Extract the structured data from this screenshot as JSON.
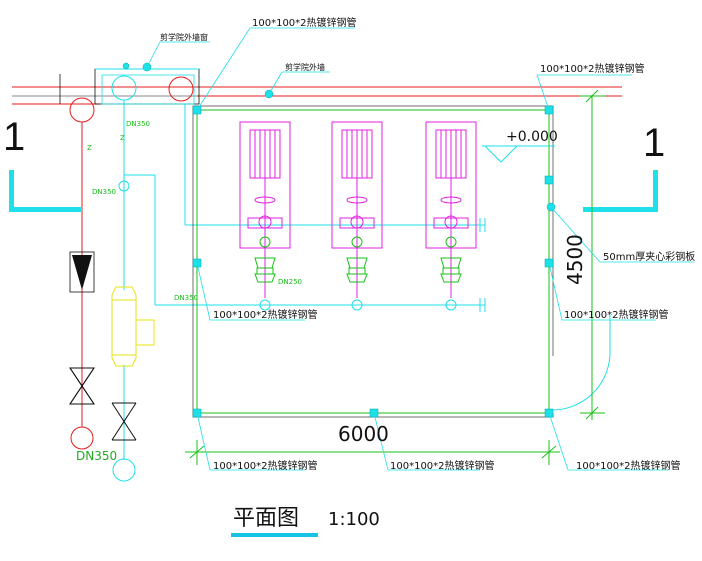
{
  "labels": {
    "wall_window": "剪学院外墙窗",
    "outer_wall": "剪学院外墙",
    "pipe_top_center": "100*100*2热镀锌钢管",
    "pipe_top_right": "100*100*2热镀锌钢管",
    "sandwich_panel": "50mm厚夹心彩钢板",
    "pipe_mid_left": "100*100*2热镀锌钢管",
    "pipe_mid_right": "100*100*2热镀锌钢管",
    "pipe_bottom_left": "100*100*2热镀锌钢管",
    "pipe_bottom_center": "100*100*2热镀锌钢管",
    "pipe_bottom_right": "100*100*2热镀锌钢管",
    "section_left": "1",
    "section_right": "1",
    "elevation": "+0.000",
    "dim_width": "6000",
    "dim_height": "4500",
    "dn350_left": "DN350",
    "dn350_top": "DN350",
    "dn350_mid": "DN350",
    "dn350_pump": "DN250",
    "z_left": "Z",
    "z_right": "Z",
    "title": "平面图",
    "scale": "1:100"
  },
  "colors": {
    "red": "#e51c1c",
    "cyan": "#1ee0e8",
    "magenta": "#e020e0",
    "green": "#18c018",
    "yellow": "#e6e610",
    "black": "#111111",
    "gray": "#888888",
    "underline": "#19c3e6"
  }
}
